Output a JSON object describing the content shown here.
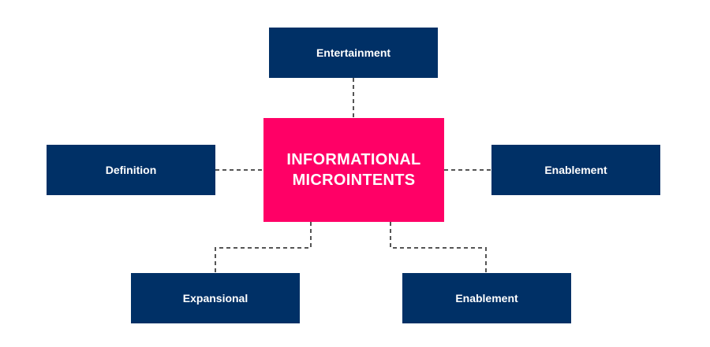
{
  "diagram": {
    "center": {
      "lines": [
        "INFORMATIONAL",
        "MICROINTENTS"
      ]
    },
    "nodes": {
      "top": "Entertainment",
      "left": "Definition",
      "right": "Enablement",
      "bottom_left": "Expansional",
      "bottom_right": "Enablement"
    },
    "colors": {
      "center_fill": "#ff0066",
      "node_fill": "#003066",
      "connector": "#555555",
      "text": "#ffffff",
      "background": "#ffffff"
    },
    "connector_style": "dashed"
  }
}
